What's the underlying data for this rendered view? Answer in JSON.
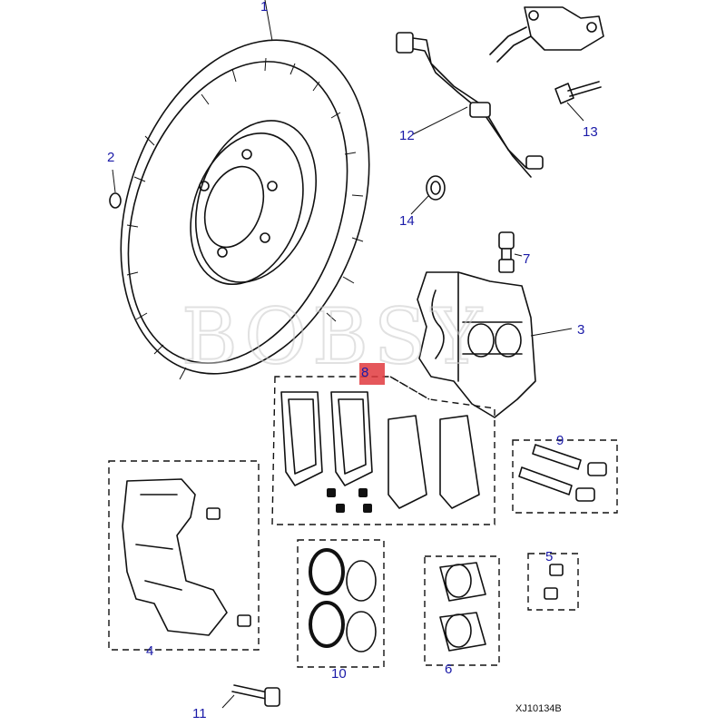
{
  "watermark": "BOBSY",
  "drawing_ref": "XJ10134B",
  "callouts": {
    "c1": "1",
    "c2": "2",
    "c3": "3",
    "c4": "4",
    "c5": "5",
    "c6": "6",
    "c7": "7",
    "c8": "8",
    "c9": "9",
    "c10": "10",
    "c11": "11",
    "c12": "12",
    "c13": "13",
    "c14": "14"
  },
  "colors": {
    "callout": "#1a1aa8",
    "callout_8_bg": "#e0393e",
    "line": "#111111"
  }
}
